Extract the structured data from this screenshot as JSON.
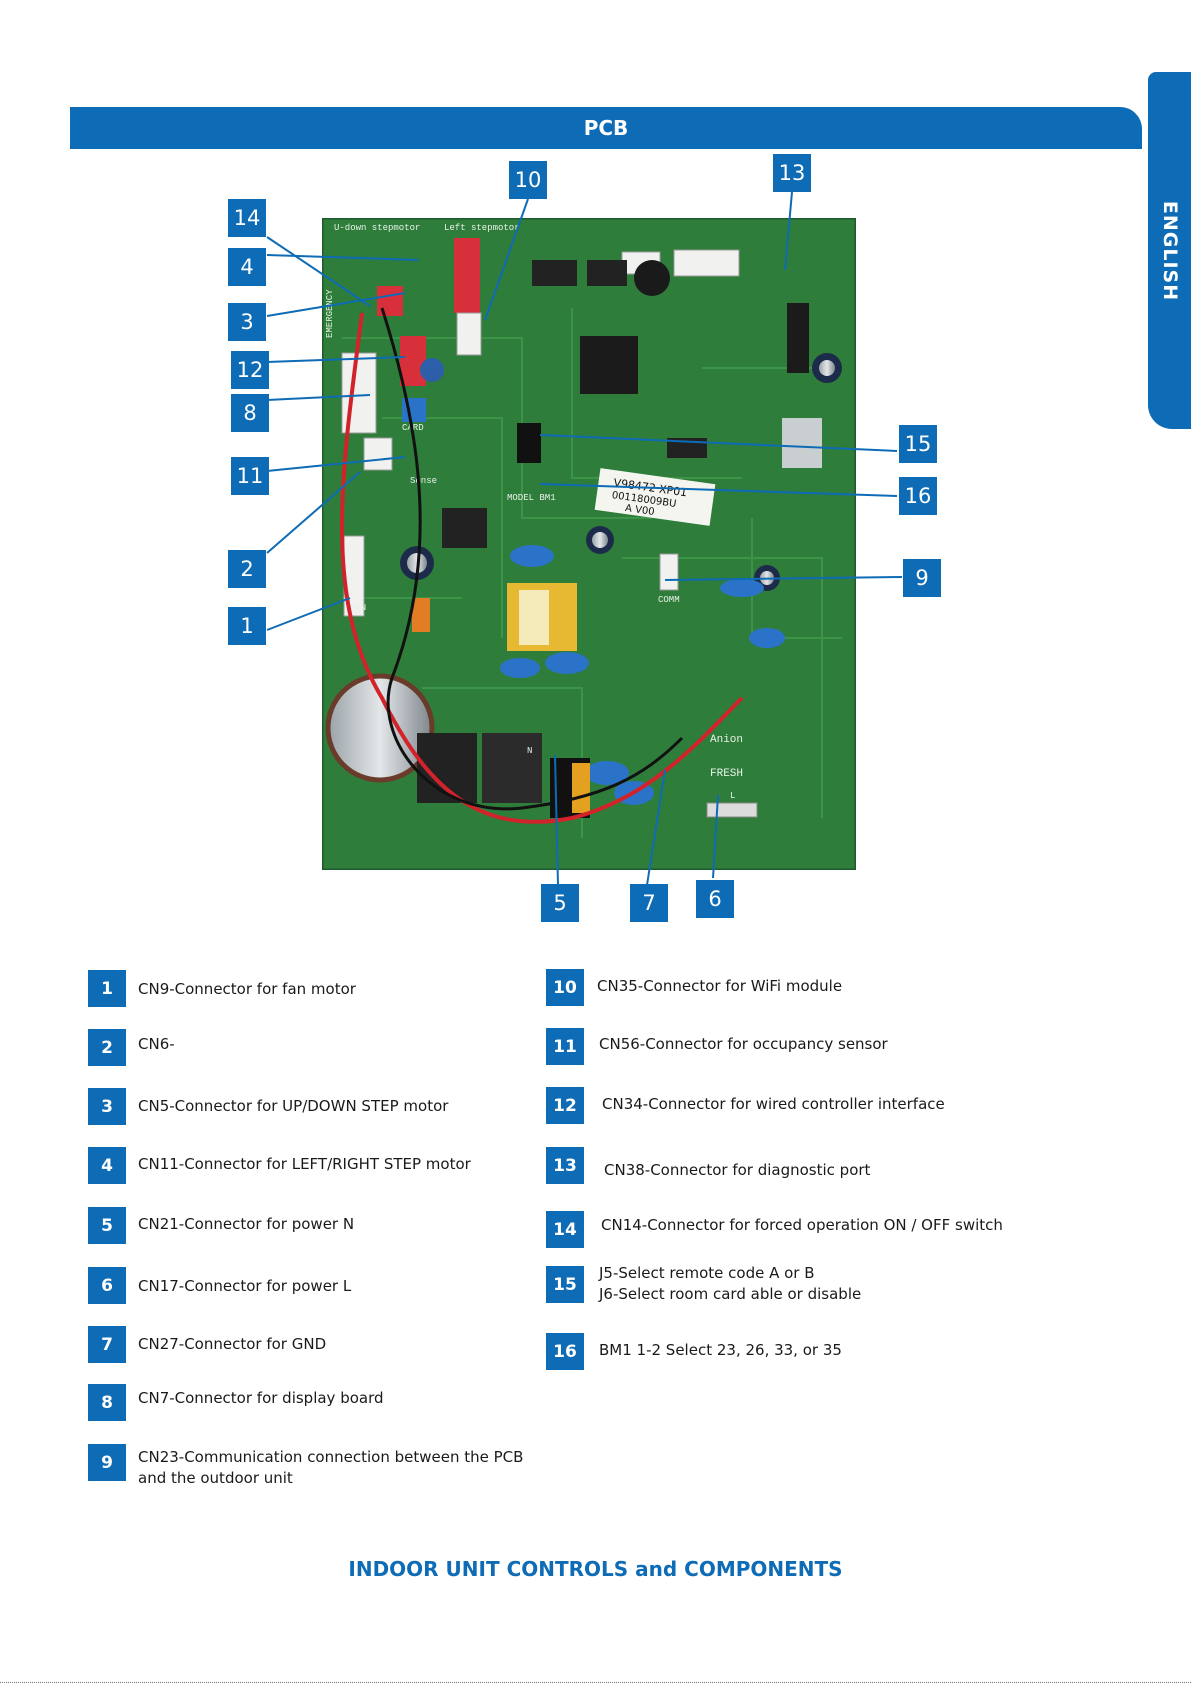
{
  "banner": {
    "title": "PCB"
  },
  "side_tab": {
    "label": "ENGLISH"
  },
  "colors": {
    "accent": "#0e6bb5",
    "pcb_green": "#2f7d3b",
    "wire_red": "#d2232a"
  },
  "photo": {
    "silkscreen": [
      "U-down stepmotor",
      "Left stepmotor",
      "EMERGENCY",
      "CARD",
      "Sense",
      "MODEL BM1",
      "FAN",
      "Anion",
      "FRESH",
      "COMM",
      "N",
      "L"
    ],
    "sticker_lines": [
      "V98472 XP01",
      "00118009BU",
      "A   V00"
    ]
  },
  "callouts": [
    "14",
    "4",
    "3",
    "12",
    "8",
    "11",
    "2",
    "1",
    "10",
    "13",
    "15",
    "16",
    "9",
    "5",
    "7",
    "6"
  ],
  "legend": {
    "left": [
      {
        "num": "1",
        "text": "CN9-Connector for fan motor"
      },
      {
        "num": "2",
        "text": "CN6-"
      },
      {
        "num": "3",
        "text": "CN5-Connector for UP/DOWN STEP motor"
      },
      {
        "num": "4",
        "text": "CN11-Connector for LEFT/RIGHT STEP motor"
      },
      {
        "num": "5",
        "text": "CN21-Connector for power N"
      },
      {
        "num": "6",
        "text": "CN17-Connector for power L"
      },
      {
        "num": "7",
        "text": "CN27-Connector for GND"
      },
      {
        "num": "8",
        "text": "CN7-Connector for display board"
      },
      {
        "num": "9",
        "text": "CN23-Communication connection between the PCB\n and the outdoor unit"
      }
    ],
    "right": [
      {
        "num": "10",
        "text": "CN35-Connector for WiFi module"
      },
      {
        "num": "11",
        "text": "CN56-Connector for occupancy sensor"
      },
      {
        "num": "12",
        "text": "CN34-Connector for wired controller interface"
      },
      {
        "num": "13",
        "text": "CN38-Connector for diagnostic port"
      },
      {
        "num": "14",
        "text": "CN14-Connector for forced operation ON / OFF switch"
      },
      {
        "num": "15",
        "text": "J5-Select remote code A or B\nJ6-Select room card able or disable"
      },
      {
        "num": "16",
        "text": "BM1  1-2 Select 23, 26, 33, or 35"
      }
    ]
  },
  "footer": {
    "title": "INDOOR UNIT CONTROLS and  COMPONENTS"
  }
}
